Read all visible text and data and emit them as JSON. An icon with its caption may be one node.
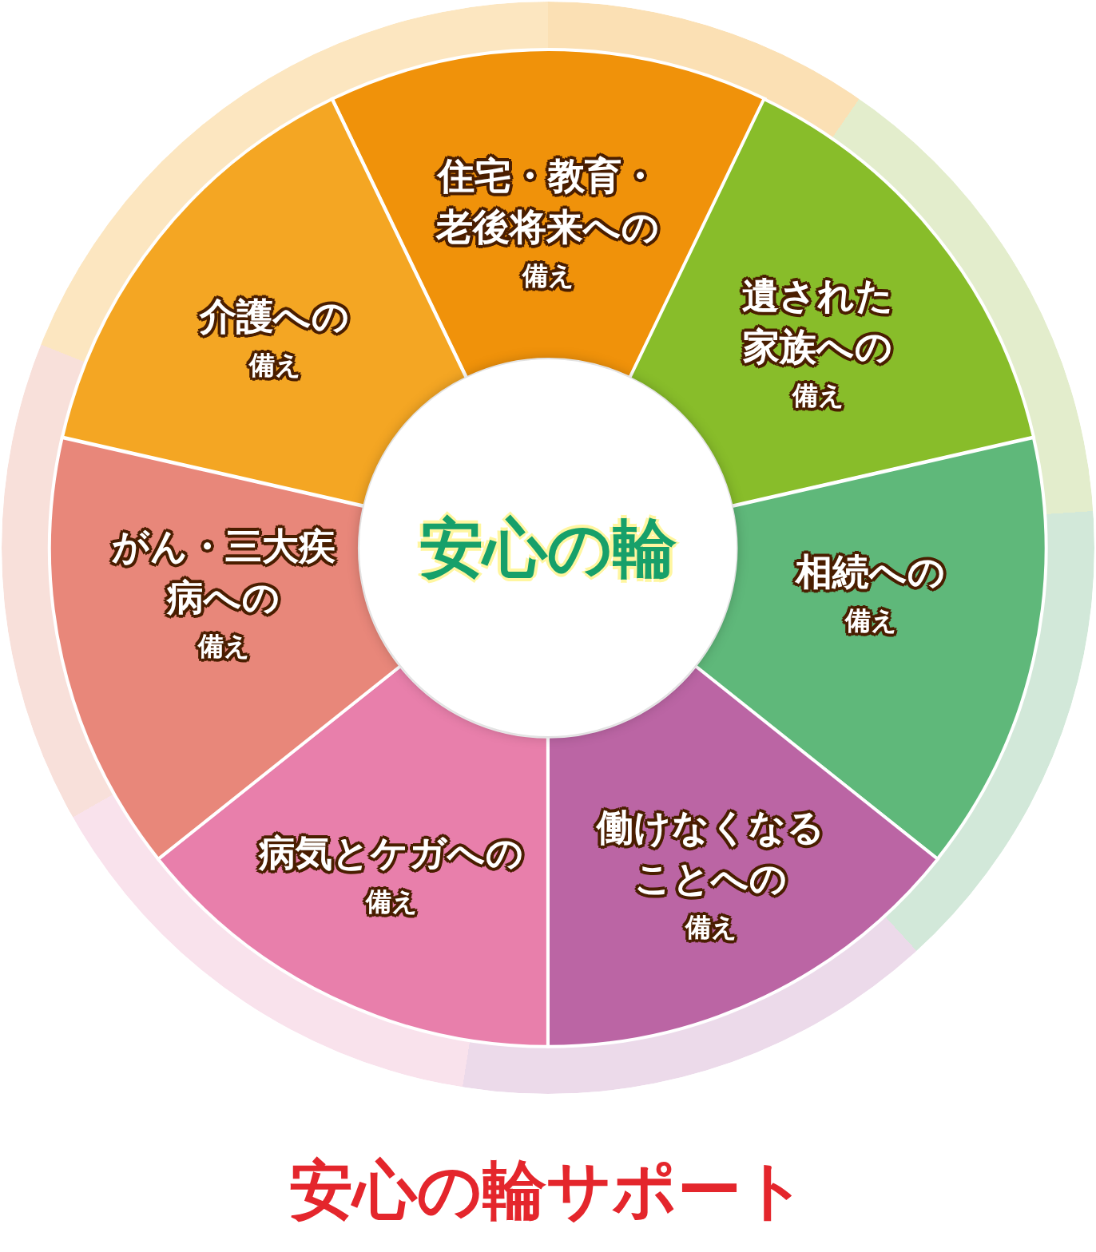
{
  "diagram": {
    "caption": "安心の輪サポート",
    "nodes": [
      {
        "text": [
          "安心の輪"
        ]
      },
      {
        "text": [
          "住宅・教育・老後将来への",
          "備え"
        ]
      },
      {
        "text": [
          "遺された家族への",
          "備え"
        ]
      },
      {
        "text": [
          "相続への",
          "備え"
        ]
      },
      {
        "text": [
          "働けなくなることへの",
          "備え"
        ]
      },
      {
        "text": [
          "病気とケガへの",
          "備え"
        ]
      },
      {
        "text": [
          "がん・三大疾病への",
          "備え"
        ]
      },
      {
        "text": [
          "介護への",
          "備え"
        ]
      }
    ]
  }
}
